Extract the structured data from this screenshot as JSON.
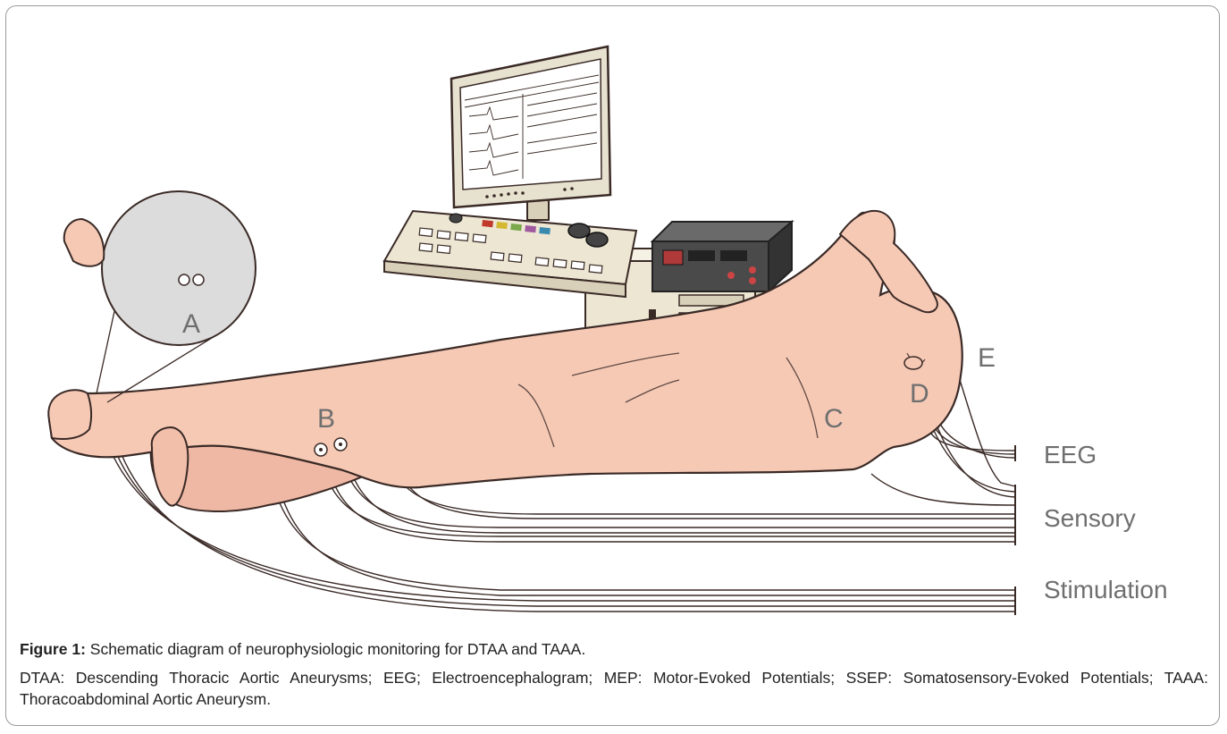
{
  "figure": {
    "labels": {
      "a": "A",
      "b": "B",
      "c": "C",
      "d": "D",
      "e": "E",
      "eeg": "EEG",
      "sensory": "Sensory",
      "stimulation": "Stimulation"
    },
    "caption": {
      "label": "Figure 1:",
      "title": " Schematic diagram of neurophysiologic monitoring for DTAA and TAAA.",
      "abbreviations": "DTAA: Descending Thoracic Aortic Aneurysms; EEG; Electroencephalogram; MEP: Motor-Evoked Potentials; SSEP: Somatosensory-Evoked Potentials; TAAA: Thoracoabdominal Aortic Aneurysm."
    },
    "colors": {
      "skin": "#f6c9b5",
      "skin_shadow": "#e8ab98",
      "outline": "#3a2a26",
      "equipment": "#ece6d3",
      "device_dark": "#3e3e3e",
      "label_gray": "#6f6f6f",
      "frame_border": "#9a9a9a"
    },
    "icons": [
      "monitor-icon",
      "keyboard-console-icon",
      "stimulator-box-icon",
      "computer-tower-icon",
      "electrode-icon"
    ]
  }
}
